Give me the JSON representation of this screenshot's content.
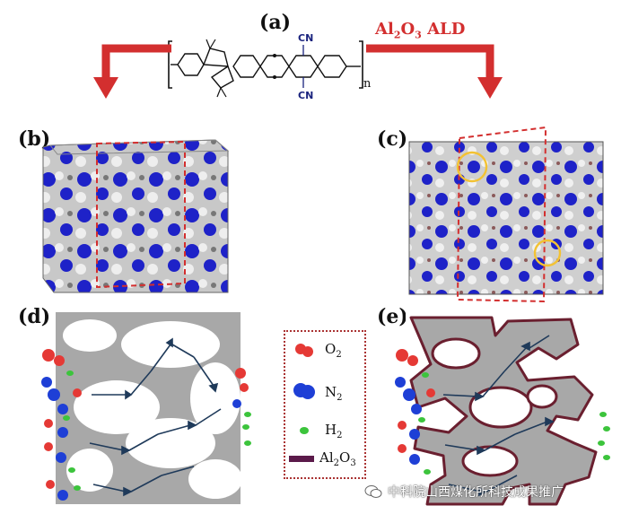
{
  "labels": {
    "a": "(a)",
    "b": "(b)",
    "c": "(c)",
    "d": "(d)",
    "e": "(e)"
  },
  "structure": {
    "cn_top": "CN",
    "cn_bottom": "CN",
    "subscript_n": "n"
  },
  "process": {
    "label_al": "Al",
    "label_sub2": "2",
    "label_o": "O",
    "label_sub3": "3",
    "label_ald": " ALD"
  },
  "legend": {
    "o2_main": "O",
    "o2_sub": "2",
    "n2_main": "N",
    "n2_sub": "2",
    "h2_main": "H",
    "h2_sub": "2",
    "al2o3_al": "Al",
    "al2o3_sub2": "2",
    "al2o3_o": "O",
    "al2o3_sub3": "3"
  },
  "colors": {
    "arrow_red": "#d32f2f",
    "o2": "#e53935",
    "n2": "#1e3fd6",
    "h2": "#3cc43c",
    "al2o3": "#5b1a4a",
    "matrix_gray": "#a8a8a8",
    "path_arrow": "#1f3a5a"
  },
  "watermark": {
    "icon": "wechat-icon",
    "text": "中科院山西煤化所科技成果推广"
  }
}
